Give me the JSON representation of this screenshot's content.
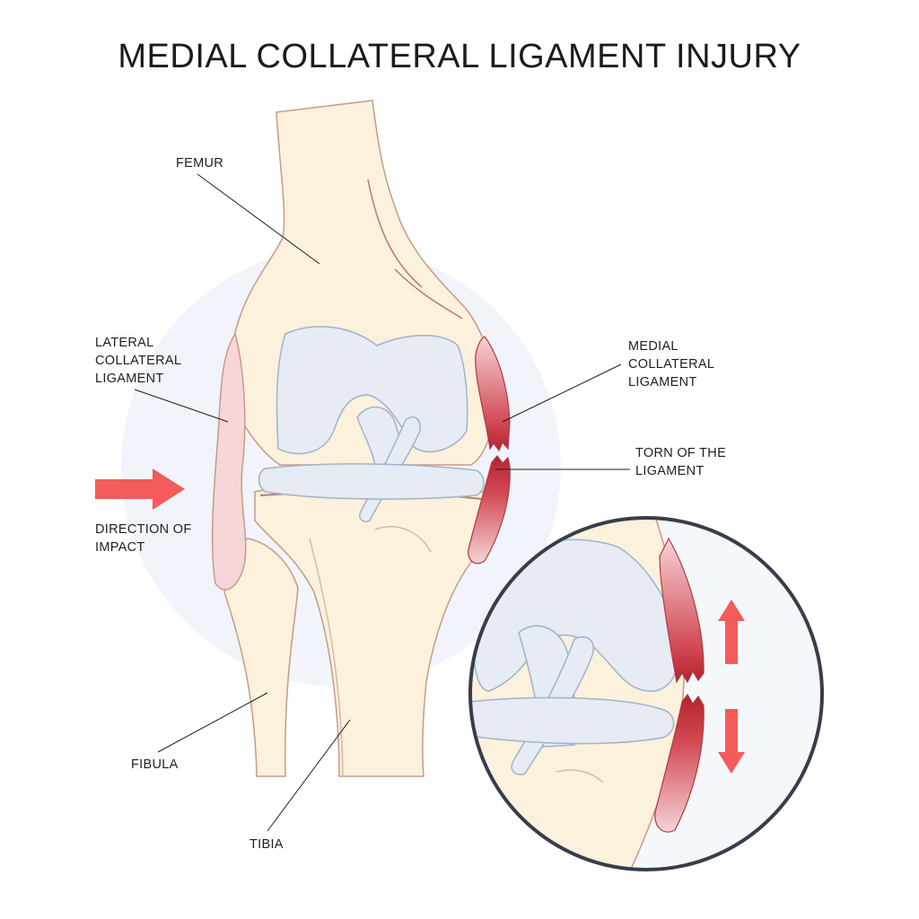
{
  "title": "MEDIAL COLLATERAL LIGAMENT INJURY",
  "labels": {
    "femur": "FEMUR",
    "lateral_collateral_ligament": [
      "LATERAL",
      "COLLATERAL",
      "LIGAMENT"
    ],
    "medial_collateral_ligament": [
      "MEDIAL",
      "COLLATERAL",
      "LIGAMENT"
    ],
    "torn_ligament": [
      "TORN OF THE",
      "LIGAMENT"
    ],
    "direction_of_impact": [
      "DIRECTION OF",
      "IMPACT"
    ],
    "fibula": "FIBULA",
    "tibia": "TIBIA"
  },
  "colors": {
    "bone": "#fbf1dc",
    "bone_outline": "#c99a88",
    "cartilage": "#e6ebf4",
    "cartilage_outline": "#9fb3cb",
    "ligament_red": "#c8323d",
    "ligament_pink": "#f6d6d8",
    "impact_arrow": "#f45b5b",
    "halo": "#f0f3fa",
    "zoom_ring": "#383d4c"
  }
}
